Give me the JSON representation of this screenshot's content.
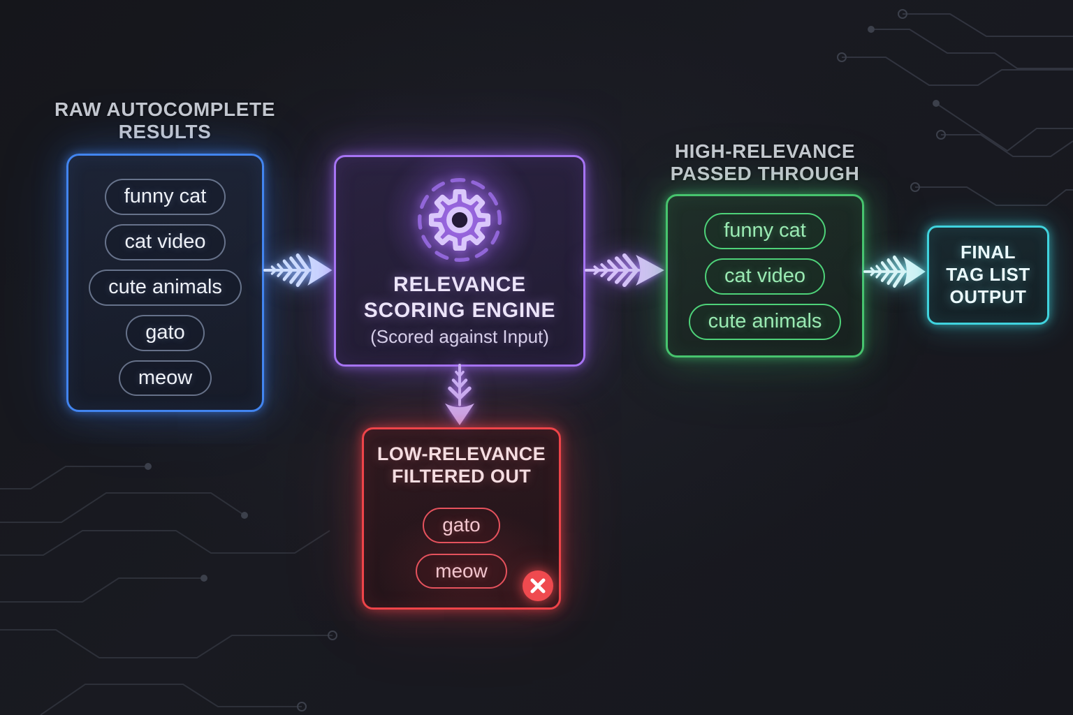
{
  "diagram": {
    "raw_results": {
      "label": [
        "RAW AUTOCOMPLETE",
        "RESULTS"
      ],
      "tags": [
        "funny cat",
        "cat video",
        "cute animals",
        "gato",
        "meow"
      ],
      "accent_color": "#4285f0"
    },
    "scoring_engine": {
      "title": [
        "RELEVANCE",
        "SCORING ENGINE"
      ],
      "subtitle": "(Scored against Input)",
      "icon": "gear-icon",
      "accent_color": "#a674f4"
    },
    "high_relevance": {
      "label": [
        "HIGH-RELEVANCE",
        "PASSED THROUGH"
      ],
      "tags": [
        "funny cat",
        "cat video",
        "cute animals"
      ],
      "accent_color": "#47c46e"
    },
    "final_output": {
      "label": [
        "FINAL",
        "TAG LIST",
        "OUTPUT"
      ],
      "accent_color": "#40d3de"
    },
    "low_relevance": {
      "title": [
        "LOW-RELEVANCE",
        "FILTERED OUT"
      ],
      "tags": [
        "gato",
        "meow"
      ],
      "icon": "x-circle-icon",
      "accent_color": "#ee4449"
    }
  }
}
